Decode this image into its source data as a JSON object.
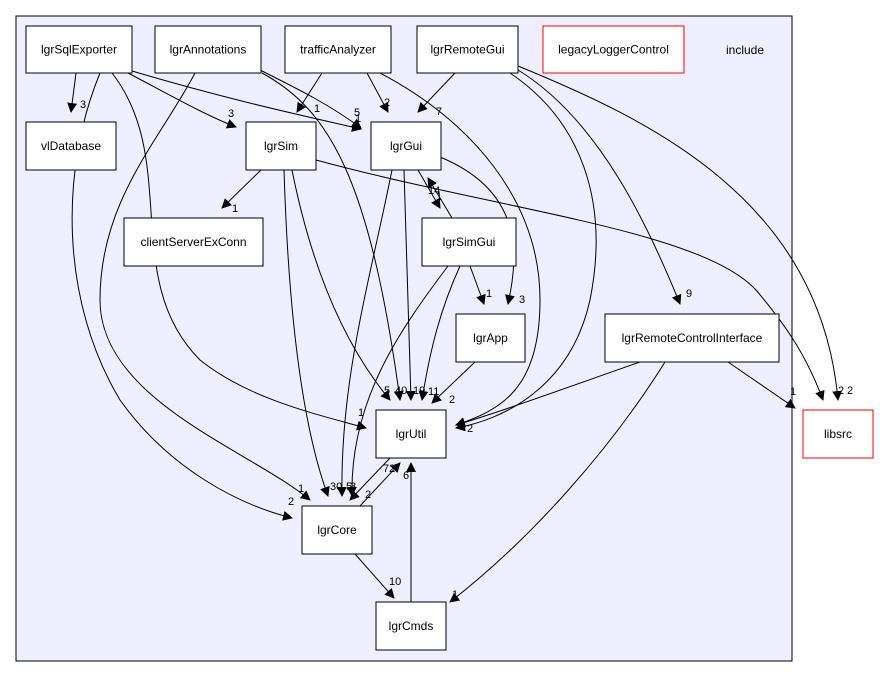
{
  "cluster": {
    "label": "include",
    "fill": "#eeeeff",
    "stroke": "#000000"
  },
  "nodes": [
    {
      "id": "lgrSqlExporter",
      "label": "lgrSqlExporter"
    },
    {
      "id": "lgrAnnotations",
      "label": "lgrAnnotations"
    },
    {
      "id": "trafficAnalyzer",
      "label": "trafficAnalyzer"
    },
    {
      "id": "lgrRemoteGui",
      "label": "lgrRemoteGui"
    },
    {
      "id": "legacyLoggerControl",
      "label": "legacyLoggerControl",
      "stroke": "#ff0000"
    },
    {
      "id": "vlDatabase",
      "label": "vlDatabase"
    },
    {
      "id": "lgrSim",
      "label": "lgrSim"
    },
    {
      "id": "lgrGui",
      "label": "lgrGui"
    },
    {
      "id": "clientServerExConn",
      "label": "clientServerExConn"
    },
    {
      "id": "lgrSimGui",
      "label": "lgrSimGui"
    },
    {
      "id": "lgrApp",
      "label": "lgrApp"
    },
    {
      "id": "lgrRemoteControlInterface",
      "label": "lgrRemoteControlInterface"
    },
    {
      "id": "lgrUtil",
      "label": "lgrUtil"
    },
    {
      "id": "lgrCore",
      "label": "lgrCore"
    },
    {
      "id": "lgrCmds",
      "label": "lgrCmds"
    },
    {
      "id": "libsrc",
      "label": "libsrc",
      "stroke": "#ff0000"
    }
  ],
  "edges": [
    {
      "from": "lgrSqlExporter",
      "to": "vlDatabase",
      "label": "3"
    },
    {
      "from": "lgrSqlExporter",
      "to": "lgrSim",
      "label": "3"
    },
    {
      "from": "lgrSqlExporter",
      "to": "lgrGui",
      "label": "1"
    },
    {
      "from": "lgrSqlExporter",
      "to": "lgrUtil",
      "label": "1"
    },
    {
      "from": "lgrSqlExporter",
      "to": "lgrCore",
      "label": "2"
    },
    {
      "from": "lgrAnnotations",
      "to": "lgrGui",
      "label": "5"
    },
    {
      "from": "lgrAnnotations",
      "to": "lgrUtil",
      "label": "5"
    },
    {
      "from": "lgrAnnotations",
      "to": "lgrCore",
      "label": "1"
    },
    {
      "from": "trafficAnalyzer",
      "to": "lgrSim",
      "label": "1"
    },
    {
      "from": "trafficAnalyzer",
      "to": "lgrGui",
      "label": "2"
    },
    {
      "from": "trafficAnalyzer",
      "to": "lgrUtil",
      "label": ""
    },
    {
      "from": "lgrRemoteGui",
      "to": "lgrGui",
      "label": "7"
    },
    {
      "from": "lgrRemoteGui",
      "to": "lgrRemoteControlInterface",
      "label": "9"
    },
    {
      "from": "lgrRemoteGui",
      "to": "lgrUtil",
      "label": ""
    },
    {
      "from": "lgrRemoteGui",
      "to": "libsrc",
      "label": "2"
    },
    {
      "from": "lgrSim",
      "to": "clientServerExConn",
      "label": "1"
    },
    {
      "from": "lgrSim",
      "to": "lgrUtil",
      "label": "40"
    },
    {
      "from": "lgrSim",
      "to": "lgrCore",
      "label": "30"
    },
    {
      "from": "lgrSim",
      "to": "libsrc",
      "label": "2"
    },
    {
      "from": "lgrGui",
      "to": "lgrSimGui",
      "label": "1"
    },
    {
      "from": "lgrGui",
      "to": "lgrApp",
      "label": "3"
    },
    {
      "from": "lgrGui",
      "to": "lgrUtil",
      "label": "19"
    },
    {
      "from": "lgrGui",
      "to": "lgrCore",
      "label": "5"
    },
    {
      "from": "lgrSimGui",
      "to": "lgrGui",
      "label": "14"
    },
    {
      "from": "lgrSimGui",
      "to": "lgrApp",
      "label": "1"
    },
    {
      "from": "lgrSimGui",
      "to": "lgrUtil",
      "label": "11"
    },
    {
      "from": "lgrSimGui",
      "to": "lgrCore",
      "label": "3"
    },
    {
      "from": "lgrApp",
      "to": "lgrUtil",
      "label": "2"
    },
    {
      "from": "lgrRemoteControlInterface",
      "to": "lgrUtil",
      "label": "2"
    },
    {
      "from": "lgrRemoteControlInterface",
      "to": "libsrc",
      "label": "1"
    },
    {
      "from": "lgrRemoteControlInterface",
      "to": "lgrCmds",
      "label": "1"
    },
    {
      "from": "lgrUtil",
      "to": "lgrCore",
      "label": "2"
    },
    {
      "from": "lgrCore",
      "to": "lgrUtil",
      "label": "72"
    },
    {
      "from": "lgrCore",
      "to": "lgrCmds",
      "label": "10"
    },
    {
      "from": "lgrCmds",
      "to": "lgrUtil",
      "label": "6"
    }
  ]
}
